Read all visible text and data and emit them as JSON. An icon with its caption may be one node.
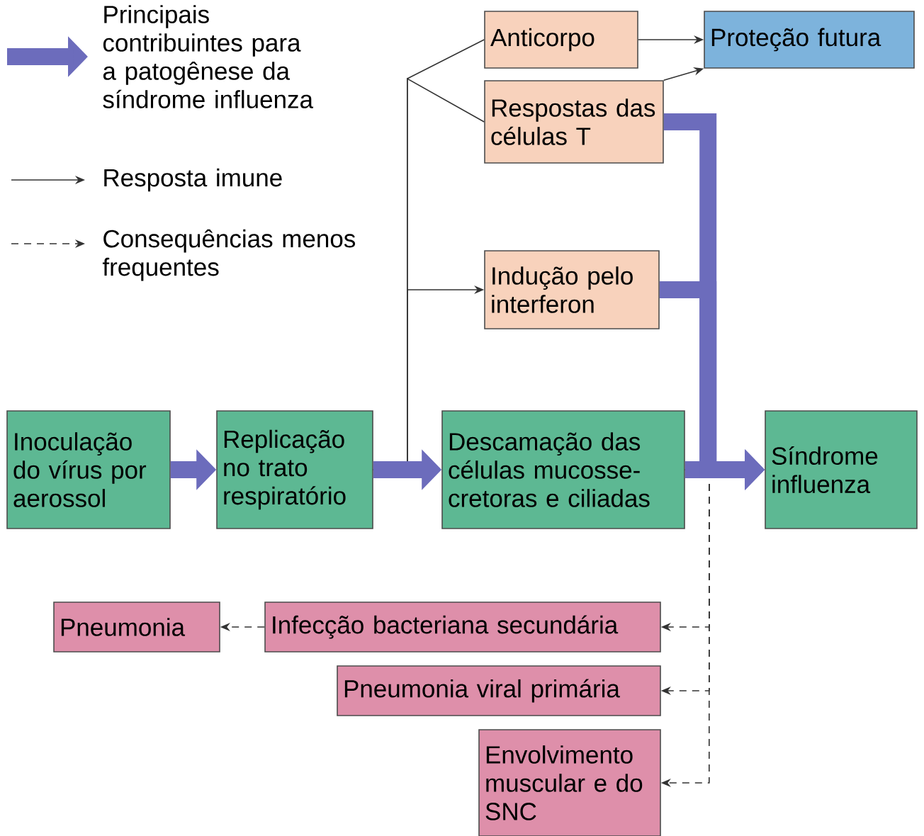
{
  "diagram": {
    "nodes": [
      {
        "text": [
          "Inoculação do vírus por aerossol"
        ]
      },
      {
        "text": [
          "Replicação no trato respiratório"
        ]
      },
      {
        "text": [
          "Descamação das células mucosse-cretoras e ciliadas"
        ]
      },
      {
        "text": [
          "Síndrome influenza"
        ]
      },
      {
        "text": [
          "Anticorpo"
        ]
      },
      {
        "text": [
          "Proteção futura"
        ]
      },
      {
        "text": [
          "Respostas das células T"
        ]
      },
      {
        "text": [
          "Indução pelo interferon"
        ]
      },
      {
        "text": [
          "Pneumonia"
        ]
      },
      {
        "text": [
          "Infecção bacteriana secundária"
        ]
      },
      {
        "text": [
          "Pneumonia viral primária"
        ]
      },
      {
        "text": [
          "Envolvimento muscular e do SNC"
        ]
      }
    ],
    "edges": [
      {
        "from": 0,
        "to": 1,
        "arrow": "to",
        "style": "thick",
        "color": "#6c6cbc"
      },
      {
        "from": 1,
        "to": 2,
        "arrow": "to",
        "style": "thick",
        "color": "#6c6cbc"
      },
      {
        "from": 2,
        "to": 3,
        "arrow": "to",
        "style": "thick",
        "color": "#6c6cbc"
      },
      {
        "from": 6,
        "to": 3,
        "arrow": "to",
        "style": "thick",
        "color": "#6c6cbc"
      },
      {
        "from": 7,
        "to": 3,
        "arrow": "to",
        "style": "thick",
        "color": "#6c6cbc"
      },
      {
        "from": 1,
        "to": 4,
        "arrow": "none"
      },
      {
        "from": 1,
        "to": 6,
        "arrow": "none"
      },
      {
        "from": 1,
        "to": 7,
        "arrow": "to"
      },
      {
        "from": 4,
        "to": 5,
        "arrow": "to"
      },
      {
        "from": 6,
        "to": 5,
        "arrow": "to"
      },
      {
        "from": 2,
        "to": 9,
        "arrow": "to",
        "style": "dashed"
      },
      {
        "from": 2,
        "to": 10,
        "arrow": "to",
        "style": "dashed"
      },
      {
        "from": 2,
        "to": 11,
        "arrow": "to",
        "style": "dashed"
      },
      {
        "from": 9,
        "to": 8,
        "arrow": "to",
        "style": "dashed"
      }
    ],
    "legend": [
      {
        "text": "Principais contribuintes para a patogênese da síndrome influenza"
      },
      {
        "text": "Resposta imune"
      },
      {
        "text": "Consequências menos frequentes"
      }
    ]
  }
}
